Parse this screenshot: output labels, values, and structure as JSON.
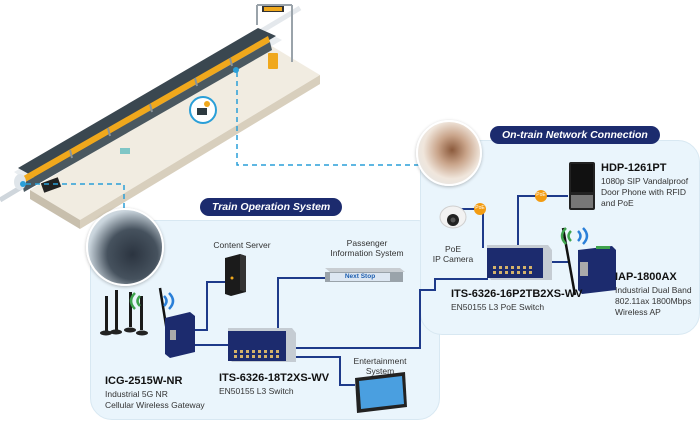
{
  "sections": {
    "train_operation": {
      "title": "Train Operation System"
    },
    "on_train": {
      "title": "On-train Network Connection"
    }
  },
  "devices": {
    "content_server": {
      "label": "Content Server"
    },
    "pis": {
      "label_line1": "Passenger",
      "label_line2": "Information System",
      "display_text": "Next Stop"
    },
    "entertainment": {
      "label_line1": "Entertainment",
      "label_line2": "System"
    },
    "icg": {
      "model": "ICG-2515W-NR",
      "desc_line1": "Industrial 5G NR",
      "desc_line2": "Cellular Wireless Gateway"
    },
    "its18": {
      "model": "ITS-6326-18T2XS-WV",
      "desc_line1": "EN50155 L3 Switch"
    },
    "its16": {
      "model": "ITS-6326-16P2TB2XS-WV",
      "desc_line1": "EN50155 L3 PoE Switch"
    },
    "hdp": {
      "model": "HDP-1261PT",
      "desc_line1": "1080p SIP Vandalproof",
      "desc_line2": "Door Phone with RFID",
      "desc_line3": "and PoE"
    },
    "iap": {
      "model": "IAP-1800AX",
      "desc_line1": "Industrial Dual Band",
      "desc_line2": "802.11ax 1800Mbps",
      "desc_line3": "Wireless AP"
    },
    "camera": {
      "label_line1": "PoE",
      "label_line2": "IP Camera"
    }
  },
  "badges": {
    "poe": "PoE"
  },
  "colors": {
    "pill_bg": "#1c2b6e",
    "panel_bg": "#eaf5fc",
    "link_line": "#1e3a8a",
    "dashed_line": "#2a9fd8",
    "poe_badge": "#f39c12",
    "train_yellow": "#f0a81c",
    "train_dark": "#2d3a40"
  }
}
